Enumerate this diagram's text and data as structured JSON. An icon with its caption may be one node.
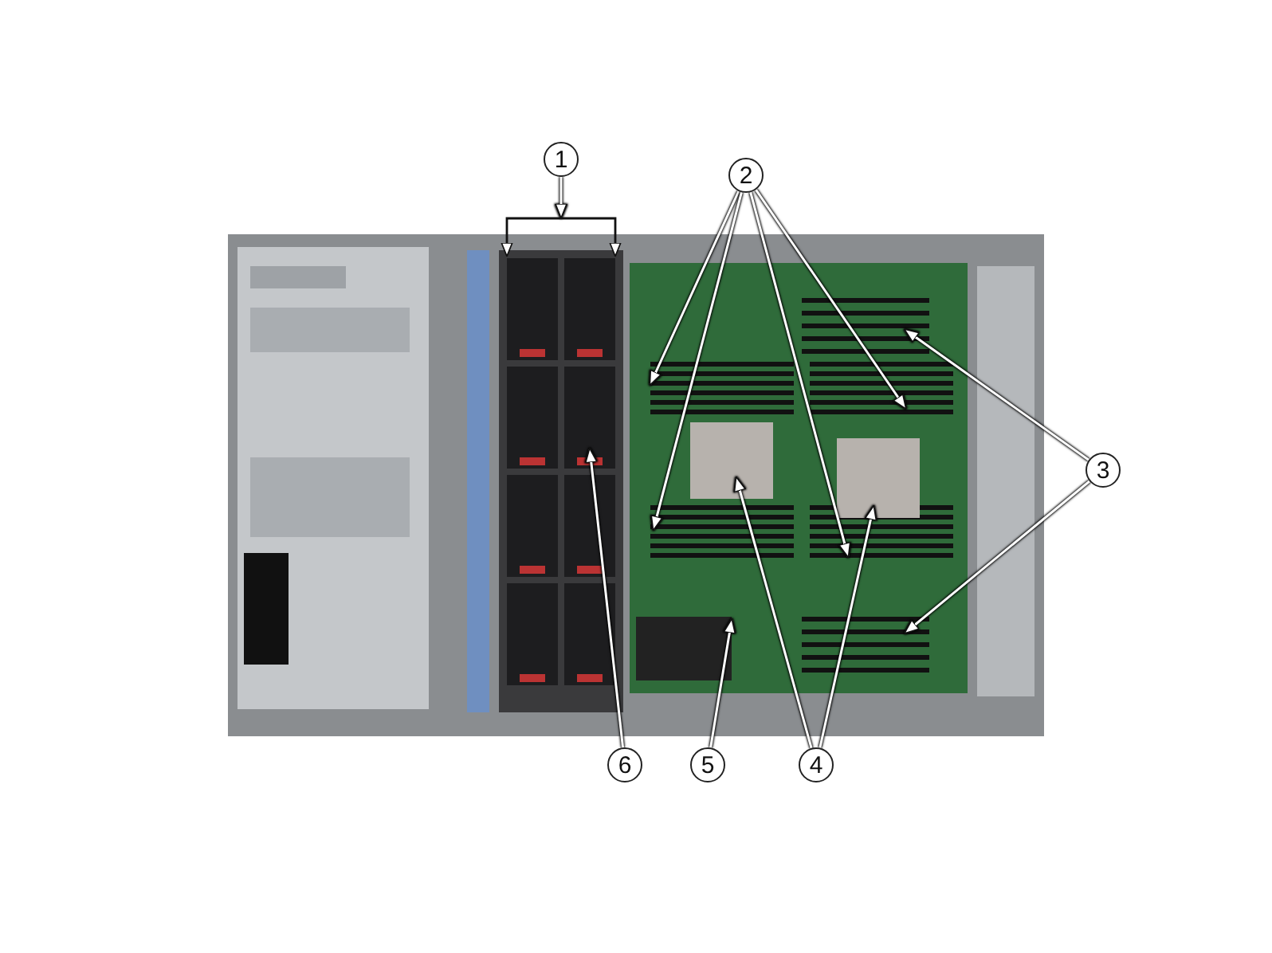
{
  "diagram": {
    "nodes": [
      {
        "text": [
          "1"
        ]
      },
      {
        "text": [
          "2"
        ]
      },
      {
        "text": [
          "3"
        ]
      },
      {
        "text": [
          "4"
        ]
      },
      {
        "text": [
          "5"
        ]
      },
      {
        "text": [
          "6"
        ]
      },
      {
        "text": [],
        "shape": "bracket"
      }
    ],
    "edges": [
      {
        "from": 0,
        "to": 6,
        "arrow": "to"
      },
      {
        "from": 1,
        "to": null,
        "arrow": "to"
      },
      {
        "from": 1,
        "to": null,
        "arrow": "to"
      },
      {
        "from": 1,
        "to": null,
        "arrow": "to"
      },
      {
        "from": 1,
        "to": null,
        "arrow": "to"
      },
      {
        "from": 2,
        "to": null,
        "arrow": "to"
      },
      {
        "from": 2,
        "to": null,
        "arrow": "to"
      },
      {
        "from": 3,
        "to": null,
        "arrow": "to"
      },
      {
        "from": 3,
        "to": null,
        "arrow": "to"
      },
      {
        "from": 4,
        "to": null,
        "arrow": "to"
      },
      {
        "from": 5,
        "to": null,
        "arrow": "to"
      }
    ]
  }
}
